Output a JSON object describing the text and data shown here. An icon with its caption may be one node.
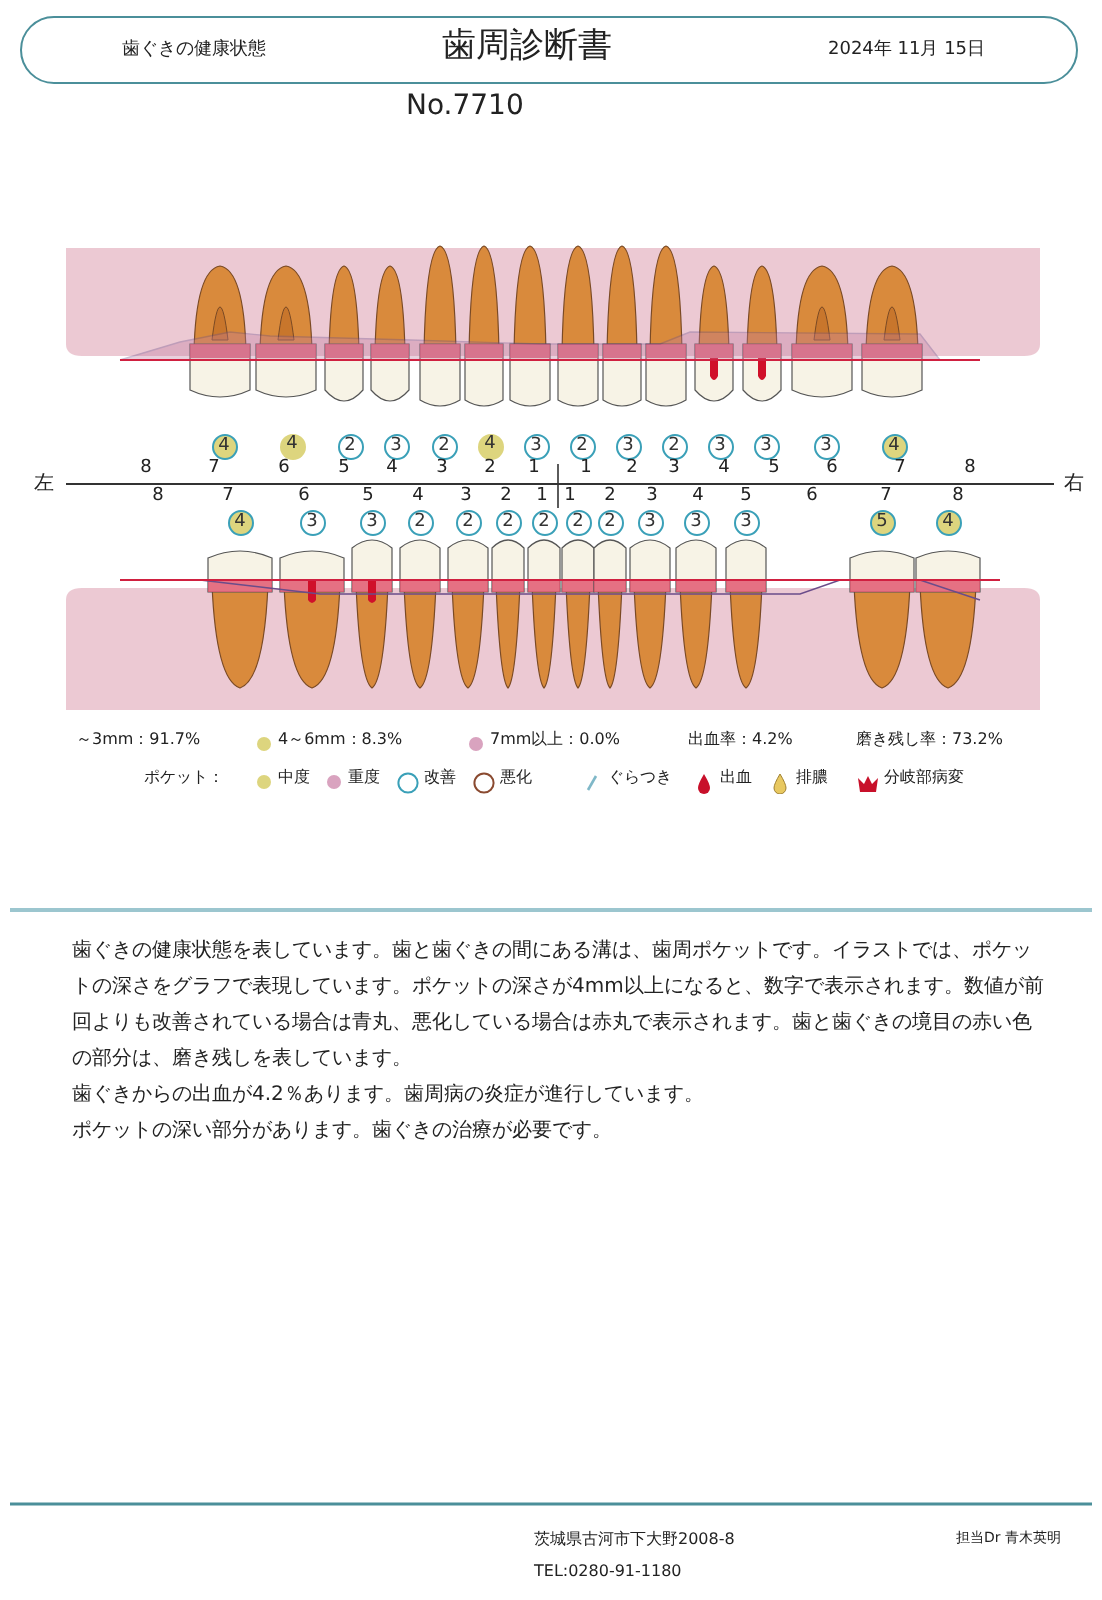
{
  "diagram": {
    "nodes": [
      {
        "text": [
          "歯ぐきの健康状態",
          "歯周診断書",
          "2024年 11月 15日"
        ]
      }
    ],
    "labels": [
      "No.7710",
      "4",
      "4",
      "2",
      "3",
      "2",
      "4",
      "3",
      "2",
      "3",
      "2",
      "3",
      "3",
      "3",
      "4",
      "左",
      "8",
      "7",
      "6",
      "5",
      "4",
      "3",
      "2",
      "1",
      "1",
      "2",
      "3",
      "4",
      "5",
      "6",
      "7",
      "8",
      "右",
      "8",
      "7",
      "6",
      "5",
      "4",
      "3",
      "2",
      "1",
      "1",
      "2",
      "3",
      "4",
      "5",
      "6",
      "7",
      "8",
      "4",
      "3",
      "3",
      "2",
      "2",
      "2",
      "2",
      "2",
      "2",
      "3",
      "3",
      "3",
      "5",
      "4",
      "～3mm：91.7%",
      "出血率：4.2%",
      "磨き残し率：73.2%",
      "ポケット：",
      "歯ぐきの健康状態を表しています。歯と歯ぐきの間にある溝は、歯周ポケットです。イラストでは、ポケットの深さをグラフで表現しています。ポケットの深さが4mm以上になると、数字で表示されます。数値が前回よりも改善されている場合は青丸、悪化している場合は赤丸で表示されます。歯と歯ぐきの境目の赤い色の部分は、磨き残しを表しています。",
      "歯ぐきからの出血が4.2％あります。歯周病の炎症が進行しています。",
      "ポケットの深い部分があります。歯ぐきの治療が必要です。",
      "茨城県古河市下大野2008-8",
      "TEL:0280-91-1180",
      "担当Dr 青木英明"
    ],
    "legend": [
      {
        "text": "4～6mm：8.3%",
        "color": "#ddd57e"
      },
      {
        "text": "7mm以上：0.0%",
        "color": "#d9a3bf"
      },
      {
        "text": "中度",
        "color": "#ddd57e"
      },
      {
        "text": "重度",
        "color": "#d9a3bf"
      },
      {
        "text": "改善"
      },
      {
        "text": "悪化"
      },
      {
        "text": "ぐらつき"
      },
      {
        "text": "出血"
      },
      {
        "text": "排膿"
      },
      {
        "text": "分岐部病変"
      }
    ]
  }
}
